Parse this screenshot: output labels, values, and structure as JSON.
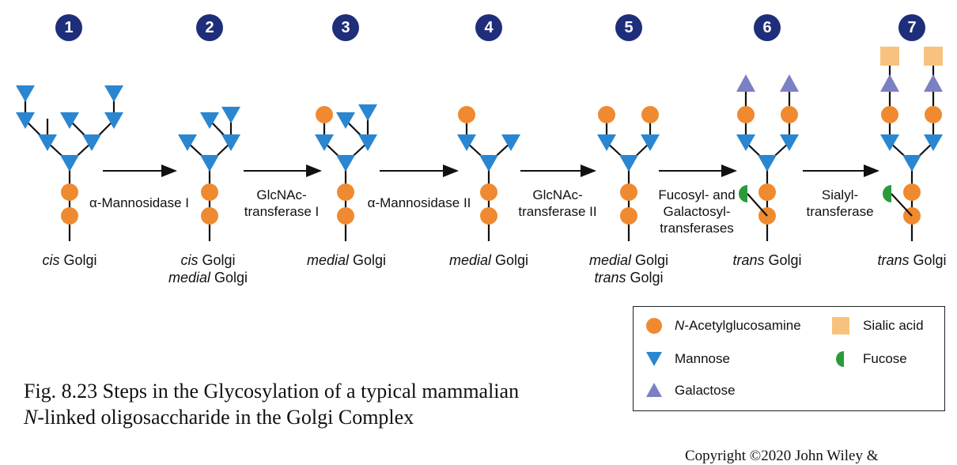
{
  "colors": {
    "glcnac": "#f08a30",
    "mannose": "#2a86d0",
    "galactose": "#7b80c4",
    "sialic": "#f8c27e",
    "fucose": "#2b9a3a",
    "badge": "#1f2e7a"
  },
  "steps": [
    "1",
    "2",
    "3",
    "4",
    "5",
    "6",
    "7"
  ],
  "enzymes": [
    [
      "α-Mannosidase I"
    ],
    [
      "GlcNAc-",
      "transferase I"
    ],
    [
      "α-Mannosidase II"
    ],
    [
      "GlcNAc-",
      "transferase II"
    ],
    [
      "Fucosyl- and",
      "Galactosyl-",
      "transferases"
    ],
    [
      "Sialyl-",
      "transferase"
    ]
  ],
  "locations": [
    [
      {
        "em": "cis",
        "rest": " Golgi"
      }
    ],
    [
      {
        "em": "cis",
        "rest": " Golgi"
      },
      {
        "em": "medial",
        "rest": " Golgi"
      }
    ],
    [
      {
        "em": "medial",
        "rest": " Golgi"
      }
    ],
    [
      {
        "em": "medial",
        "rest": " Golgi"
      }
    ],
    [
      {
        "em": "medial",
        "rest": " Golgi"
      },
      {
        "em": "trans",
        "rest": " Golgi"
      }
    ],
    [
      {
        "em": "trans",
        "rest": " Golgi"
      }
    ],
    [
      {
        "em": "trans",
        "rest": " Golgi"
      }
    ]
  ],
  "legend": {
    "glcnac_prefix": "N",
    "glcnac": "-Acetylglucosamine",
    "mannose": "Mannose",
    "galactose": "Galactose",
    "sialic": "Sialic acid",
    "fucose": "Fucose"
  },
  "caption": {
    "part1": "Fig. 8.23 Steps in the Glycosylation of a typical mammalian ",
    "italic": "N",
    "part2": "-linked oligosaccharide in the Golgi Complex"
  },
  "copyright": "Copyright ©2020 John Wiley &"
}
